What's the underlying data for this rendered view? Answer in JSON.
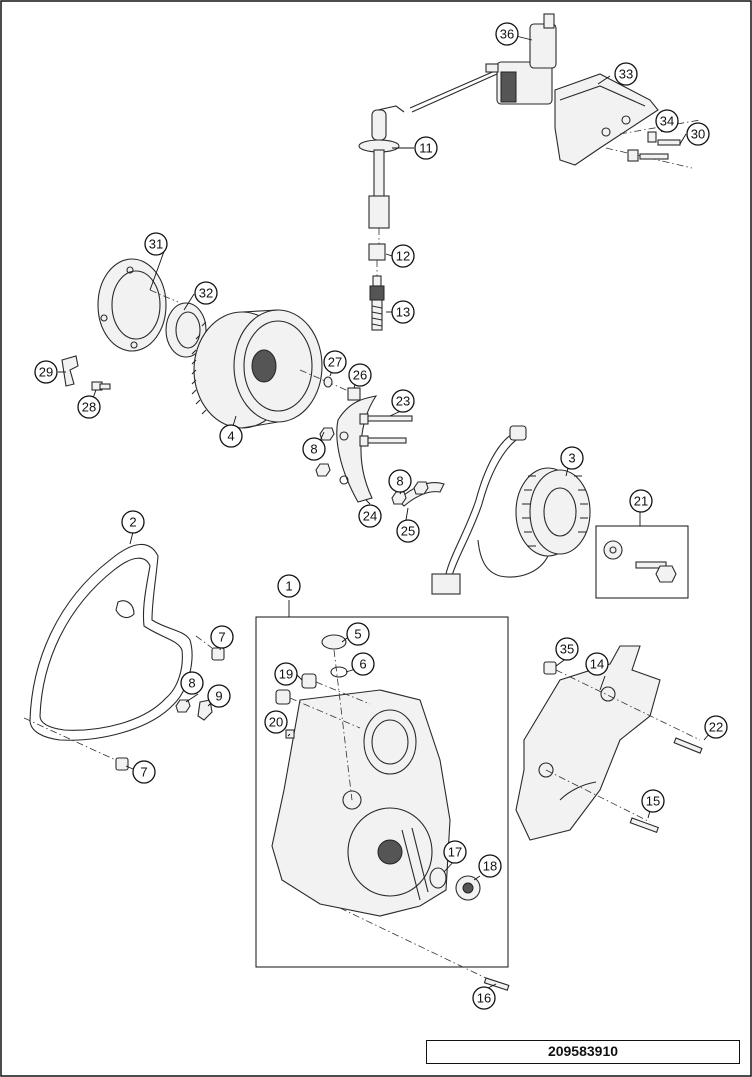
{
  "drawing_number": "209583910",
  "callouts": [
    {
      "id": "c36",
      "label": "36"
    },
    {
      "id": "c33",
      "label": "33"
    },
    {
      "id": "c34",
      "label": "34"
    },
    {
      "id": "c30",
      "label": "30"
    },
    {
      "id": "c11",
      "label": "11"
    },
    {
      "id": "c31",
      "label": "31"
    },
    {
      "id": "c32",
      "label": "32"
    },
    {
      "id": "c12",
      "label": "12"
    },
    {
      "id": "c13",
      "label": "13"
    },
    {
      "id": "c29",
      "label": "29"
    },
    {
      "id": "c28",
      "label": "28"
    },
    {
      "id": "c27",
      "label": "27"
    },
    {
      "id": "c26",
      "label": "26"
    },
    {
      "id": "c4",
      "label": "4"
    },
    {
      "id": "c23",
      "label": "23"
    },
    {
      "id": "c8a",
      "label": "8"
    },
    {
      "id": "c3",
      "label": "3"
    },
    {
      "id": "c8b",
      "label": "8"
    },
    {
      "id": "c24",
      "label": "24"
    },
    {
      "id": "c25",
      "label": "25"
    },
    {
      "id": "c21",
      "label": "21"
    },
    {
      "id": "c2",
      "label": "2"
    },
    {
      "id": "c1",
      "label": "1"
    },
    {
      "id": "c5",
      "label": "5"
    },
    {
      "id": "c6",
      "label": "6"
    },
    {
      "id": "c19",
      "label": "19"
    },
    {
      "id": "c7a",
      "label": "7"
    },
    {
      "id": "c8c",
      "label": "8"
    },
    {
      "id": "c9",
      "label": "9"
    },
    {
      "id": "c20",
      "label": "20"
    },
    {
      "id": "c7b",
      "label": "7"
    },
    {
      "id": "c35",
      "label": "35"
    },
    {
      "id": "c14",
      "label": "14"
    },
    {
      "id": "c22",
      "label": "22"
    },
    {
      "id": "c15",
      "label": "15"
    },
    {
      "id": "c17",
      "label": "17"
    },
    {
      "id": "c18",
      "label": "18"
    },
    {
      "id": "c16",
      "label": "16"
    }
  ]
}
